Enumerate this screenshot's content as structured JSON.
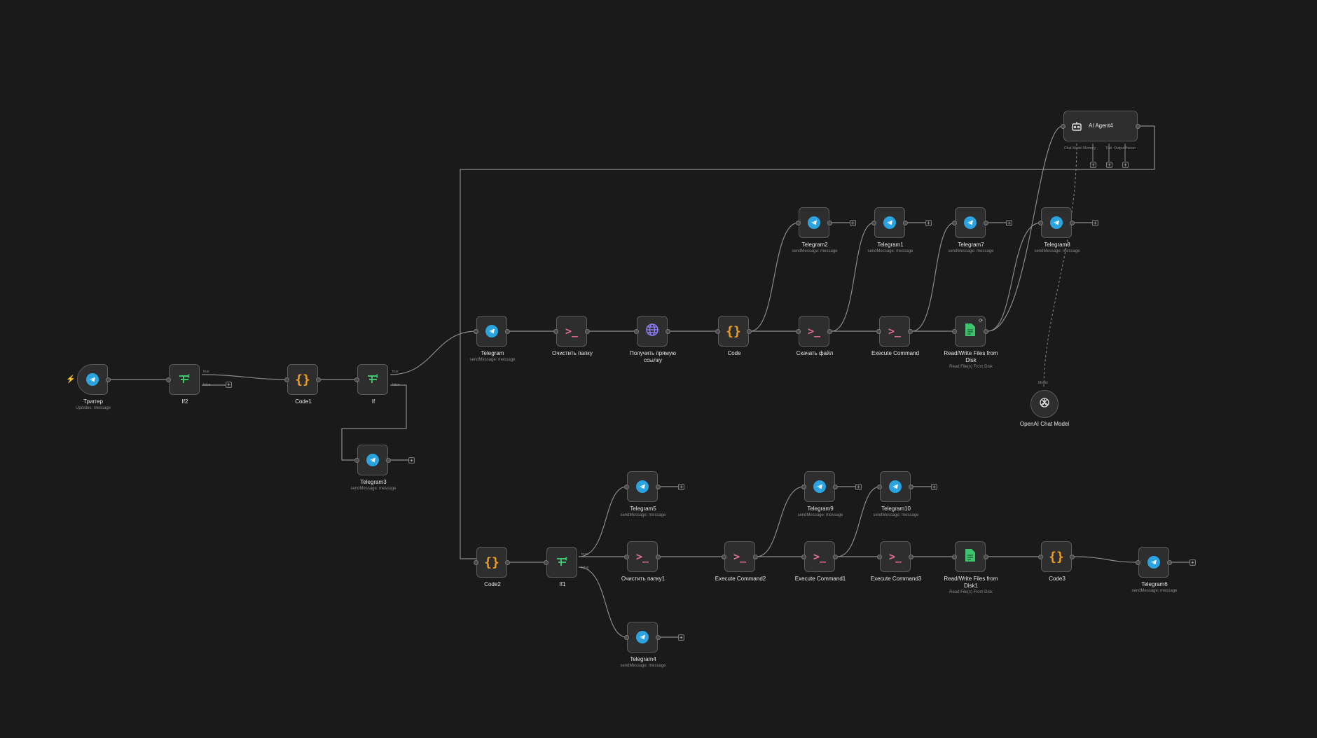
{
  "nodes": {
    "trigger": {
      "label": "Триггер",
      "sub": "Updates: message",
      "icon": "telegram-icon"
    },
    "if2": {
      "label": "If2",
      "branch_true": "true",
      "branch_false": "false",
      "icon": "if-icon"
    },
    "code1": {
      "label": "Code1",
      "icon": "code-icon"
    },
    "if": {
      "label": "If",
      "branch_true": "true",
      "branch_false": "false",
      "icon": "if-icon"
    },
    "telegram3": {
      "label": "Telegram3",
      "sub": "sendMessage: message",
      "icon": "telegram-icon"
    },
    "telegram": {
      "label": "Telegram",
      "sub": "sendMessage: message",
      "icon": "telegram-icon"
    },
    "clear_folder": {
      "label": "Очистить папку",
      "icon": "terminal-icon"
    },
    "get_link": {
      "label": "Получить прямую ссылку",
      "icon": "globe-icon"
    },
    "code": {
      "label": "Code",
      "icon": "code-icon"
    },
    "download": {
      "label": "Скачать файл",
      "icon": "terminal-icon"
    },
    "execute": {
      "label": "Execute Command",
      "icon": "terminal-icon"
    },
    "rw_files": {
      "label": "Read/Write Files from Disk",
      "sub": "Read File(s) From Disk",
      "icon": "file-icon"
    },
    "telegram2": {
      "label": "Telegram2",
      "sub": "sendMessage: message",
      "icon": "telegram-icon"
    },
    "telegram1": {
      "label": "Telegram1",
      "sub": "sendMessage: message",
      "icon": "telegram-icon"
    },
    "telegram7": {
      "label": "Telegram7",
      "sub": "sendMessage: message",
      "icon": "telegram-icon"
    },
    "telegram8": {
      "label": "Telegram8",
      "sub": "sendMessage: message",
      "icon": "telegram-icon"
    },
    "agent": {
      "label": "AI Agent4",
      "ports": [
        "Chat Model",
        "Memory",
        "Tool",
        "Output Parser"
      ],
      "icon": "robot-icon"
    },
    "openai": {
      "label": "OpenAI Chat Model",
      "port_label": "Model",
      "icon": "openai-icon"
    },
    "code2": {
      "label": "Code2",
      "icon": "code-icon"
    },
    "if1": {
      "label": "If1",
      "branch_true": "true",
      "branch_false": "false",
      "icon": "if-icon"
    },
    "telegram5": {
      "label": "Telegram5",
      "sub": "sendMessage: message",
      "icon": "telegram-icon"
    },
    "telegram4": {
      "label": "Telegram4",
      "sub": "sendMessage: message",
      "icon": "telegram-icon"
    },
    "clear_folder1": {
      "label": "Очистить папку1",
      "icon": "terminal-icon"
    },
    "execute2": {
      "label": "Execute Command2",
      "icon": "terminal-icon"
    },
    "execute1": {
      "label": "Execute Command1",
      "icon": "terminal-icon"
    },
    "execute3": {
      "label": "Execute Command3",
      "icon": "terminal-icon"
    },
    "telegram9": {
      "label": "Telegram9",
      "sub": "sendMessage: message",
      "icon": "telegram-icon"
    },
    "telegram10": {
      "label": "Telegram10",
      "sub": "sendMessage: message",
      "icon": "telegram-icon"
    },
    "rw_files1": {
      "label": "Read/Write Files from Disk1",
      "sub": "Read File(s) From Disk",
      "icon": "file-icon"
    },
    "code3": {
      "label": "Code3",
      "icon": "code-icon"
    },
    "telegram6": {
      "label": "Telegram6",
      "sub": "sendMessage: message",
      "icon": "telegram-icon"
    }
  },
  "colors": {
    "background": "#1a1a1a",
    "telegram": "#2aa3e0",
    "code": "#f0a020",
    "if": "#3ec46d",
    "terminal": "#e07090",
    "file": "#3ec46d",
    "globe": "#8a7cf0",
    "wire": "#8a8a8a",
    "trigger_bolt": "#ff6d5a"
  }
}
